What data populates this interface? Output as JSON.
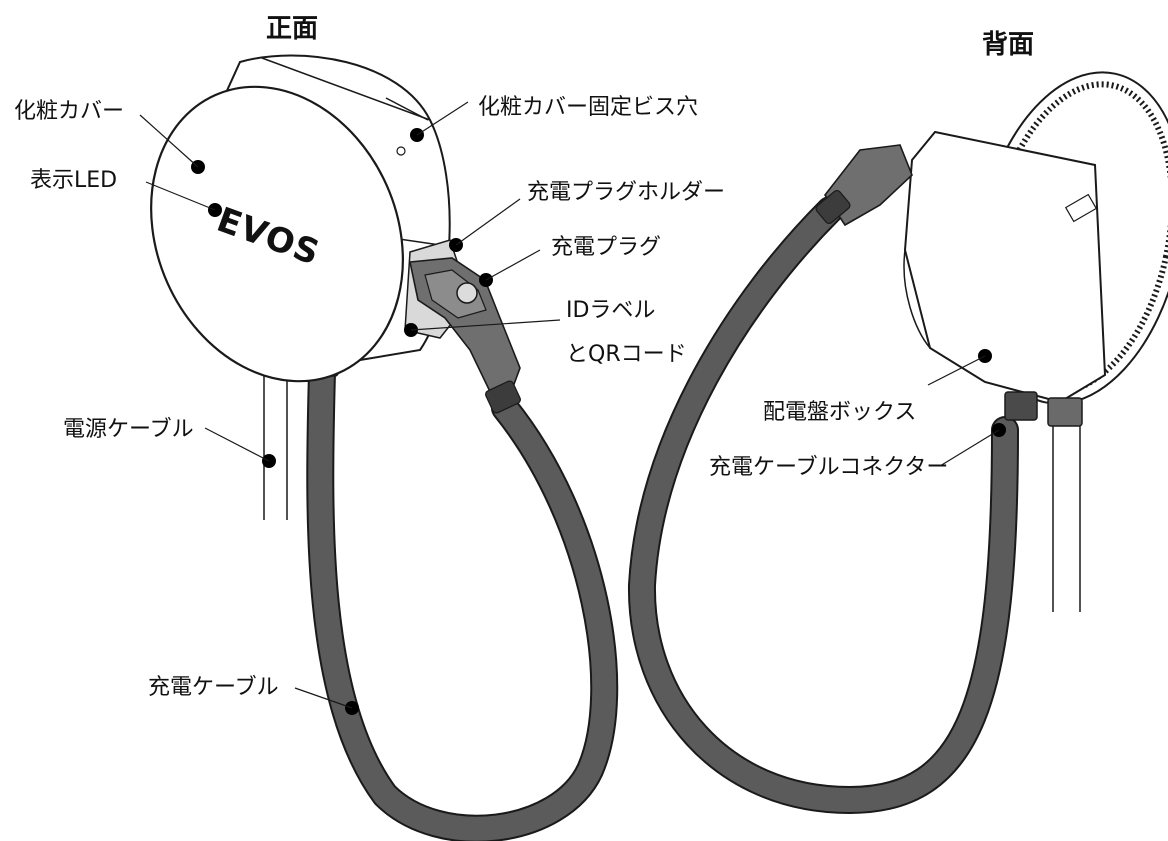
{
  "headings": {
    "front": "正面",
    "back": "背面"
  },
  "brand_logo": "EVOS",
  "labels": {
    "decorative_cover": "化粧カバー",
    "indicator_led": "表示LED",
    "cover_screw_hole": "化粧カバー固定ビス穴",
    "plug_holder": "充電プラグホルダー",
    "charging_plug": "充電プラグ",
    "id_label_line1": "IDラベル",
    "id_label_line2": "とQRコード",
    "power_cable": "電源ケーブル",
    "charging_cable": "充電ケーブル",
    "distribution_box": "配電盤ボックス",
    "cable_connector": "充電ケーブルコネクター"
  },
  "colors": {
    "cable": "#5b5b5b",
    "outline": "#1a1a1a",
    "marker": "#000000",
    "plug_body": "#6f6f6f"
  }
}
